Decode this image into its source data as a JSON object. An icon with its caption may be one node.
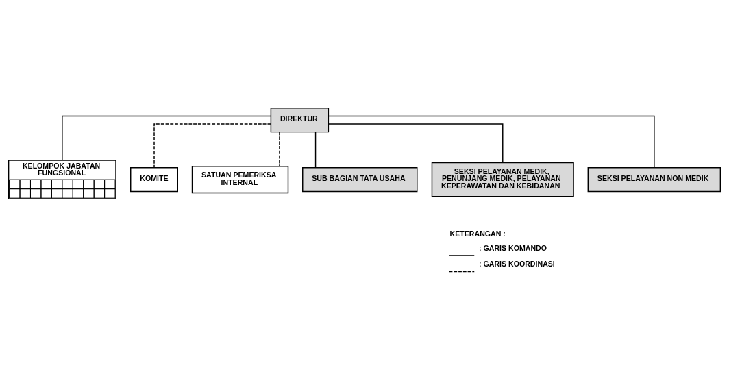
{
  "diagram": {
    "nodes": [
      {
        "text": [
          "DIREKTUR"
        ]
      },
      {
        "text": [
          "KELOMPOK JABATAN FUNGSIONAL"
        ]
      },
      {
        "text": [
          "KOMITE"
        ]
      },
      {
        "text": [
          "SATUAN PEMERIKSA INTERNAL"
        ]
      },
      {
        "text": [
          "SUB BAGIAN TATA USAHA"
        ]
      },
      {
        "text": [
          "SEKSI PELAYANAN MEDIK, PENUNJANG MEDIK, PELAYANAN KEPERAWATAN DAN KEBIDANAN"
        ]
      },
      {
        "text": [
          "SEKSI PELAYANAN NON MEDIK"
        ]
      }
    ],
    "edges": [
      {
        "from": 0,
        "to": 1,
        "arrow": "none"
      },
      {
        "from": 0,
        "to": 2,
        "arrow": "none",
        "style": "dashed"
      },
      {
        "from": 0,
        "to": 3,
        "arrow": "none",
        "style": "dashed"
      },
      {
        "from": 0,
        "to": 4,
        "arrow": "none"
      },
      {
        "from": 0,
        "to": 5,
        "arrow": "none"
      },
      {
        "from": 0,
        "to": 6,
        "arrow": "none"
      }
    ],
    "labels": [
      "KETERANGAN :"
    ],
    "legend": [
      {
        "text": ": GARIS KOMANDO"
      },
      {
        "text": ": GARIS KOORDINASI"
      }
    ]
  }
}
